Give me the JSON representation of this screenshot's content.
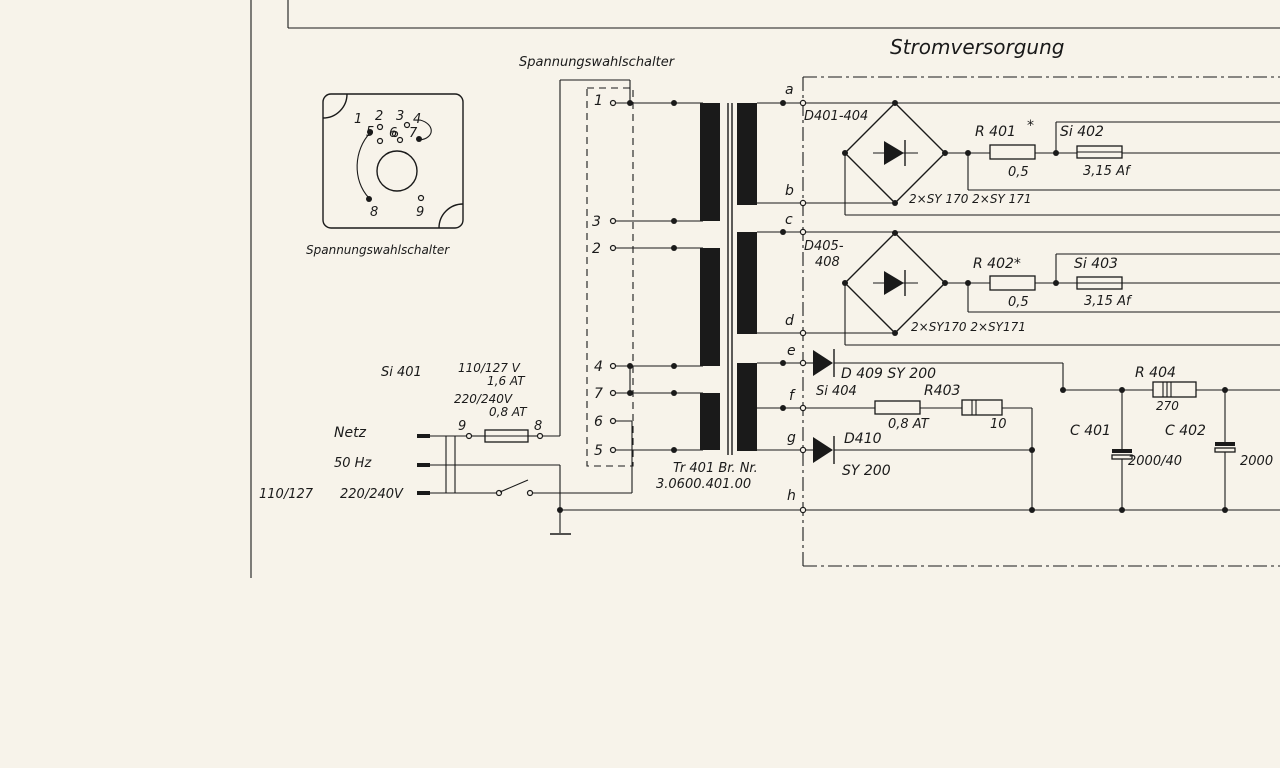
{
  "diagram": {
    "title": "Stromversorgung",
    "switch_label_top": "Spannungswahlschalter",
    "switch_label_side": "Spannungswahlschalter",
    "switch_pins": [
      "1",
      "2",
      "3",
      "4",
      "5",
      "6",
      "7",
      "8",
      "9"
    ],
    "mains": {
      "netz": "Netz",
      "freq": "50 Hz",
      "v1": "110/127",
      "v2": "220/240V",
      "fuse": "Si 401",
      "rating_a": "110/127 V",
      "rating_b": "1,6 AT",
      "rating_c": "220/240V",
      "rating_d": "0,8 AT",
      "term_9": "9",
      "term_8": "8"
    },
    "transformer": {
      "label": "Tr 401 Br. Nr.",
      "number": "3.0600.401.00"
    },
    "taps": [
      "a",
      "b",
      "c",
      "d",
      "e",
      "f",
      "g",
      "h"
    ],
    "rectifier1": {
      "diodes": "D401-404",
      "r": "R 401",
      "star": "*",
      "r_val": "0,5",
      "fuse": "Si 402",
      "fuse_val": "3,15 Af",
      "types": "2×SY 170   2×SY 171"
    },
    "rectifier2": {
      "diodes_a": "D405-",
      "diodes_b": "408",
      "r": "R 402*",
      "r_val": "0,5",
      "fuse": "Si 403",
      "fuse_val": "3,15 Af",
      "types": "2×SY170   2×SY171"
    },
    "d409": "D 409   SY 200",
    "si404": "Si 404",
    "r403": "R403",
    "si404_val": "0,8   AT",
    "r403_val": "10",
    "d410": "D410",
    "d410_type": "SY 200",
    "r404": "R 404",
    "r404_val": "270",
    "c401": "C 401",
    "c401_val": "2000/40",
    "c402": "C 402",
    "c402_val": "2000"
  }
}
